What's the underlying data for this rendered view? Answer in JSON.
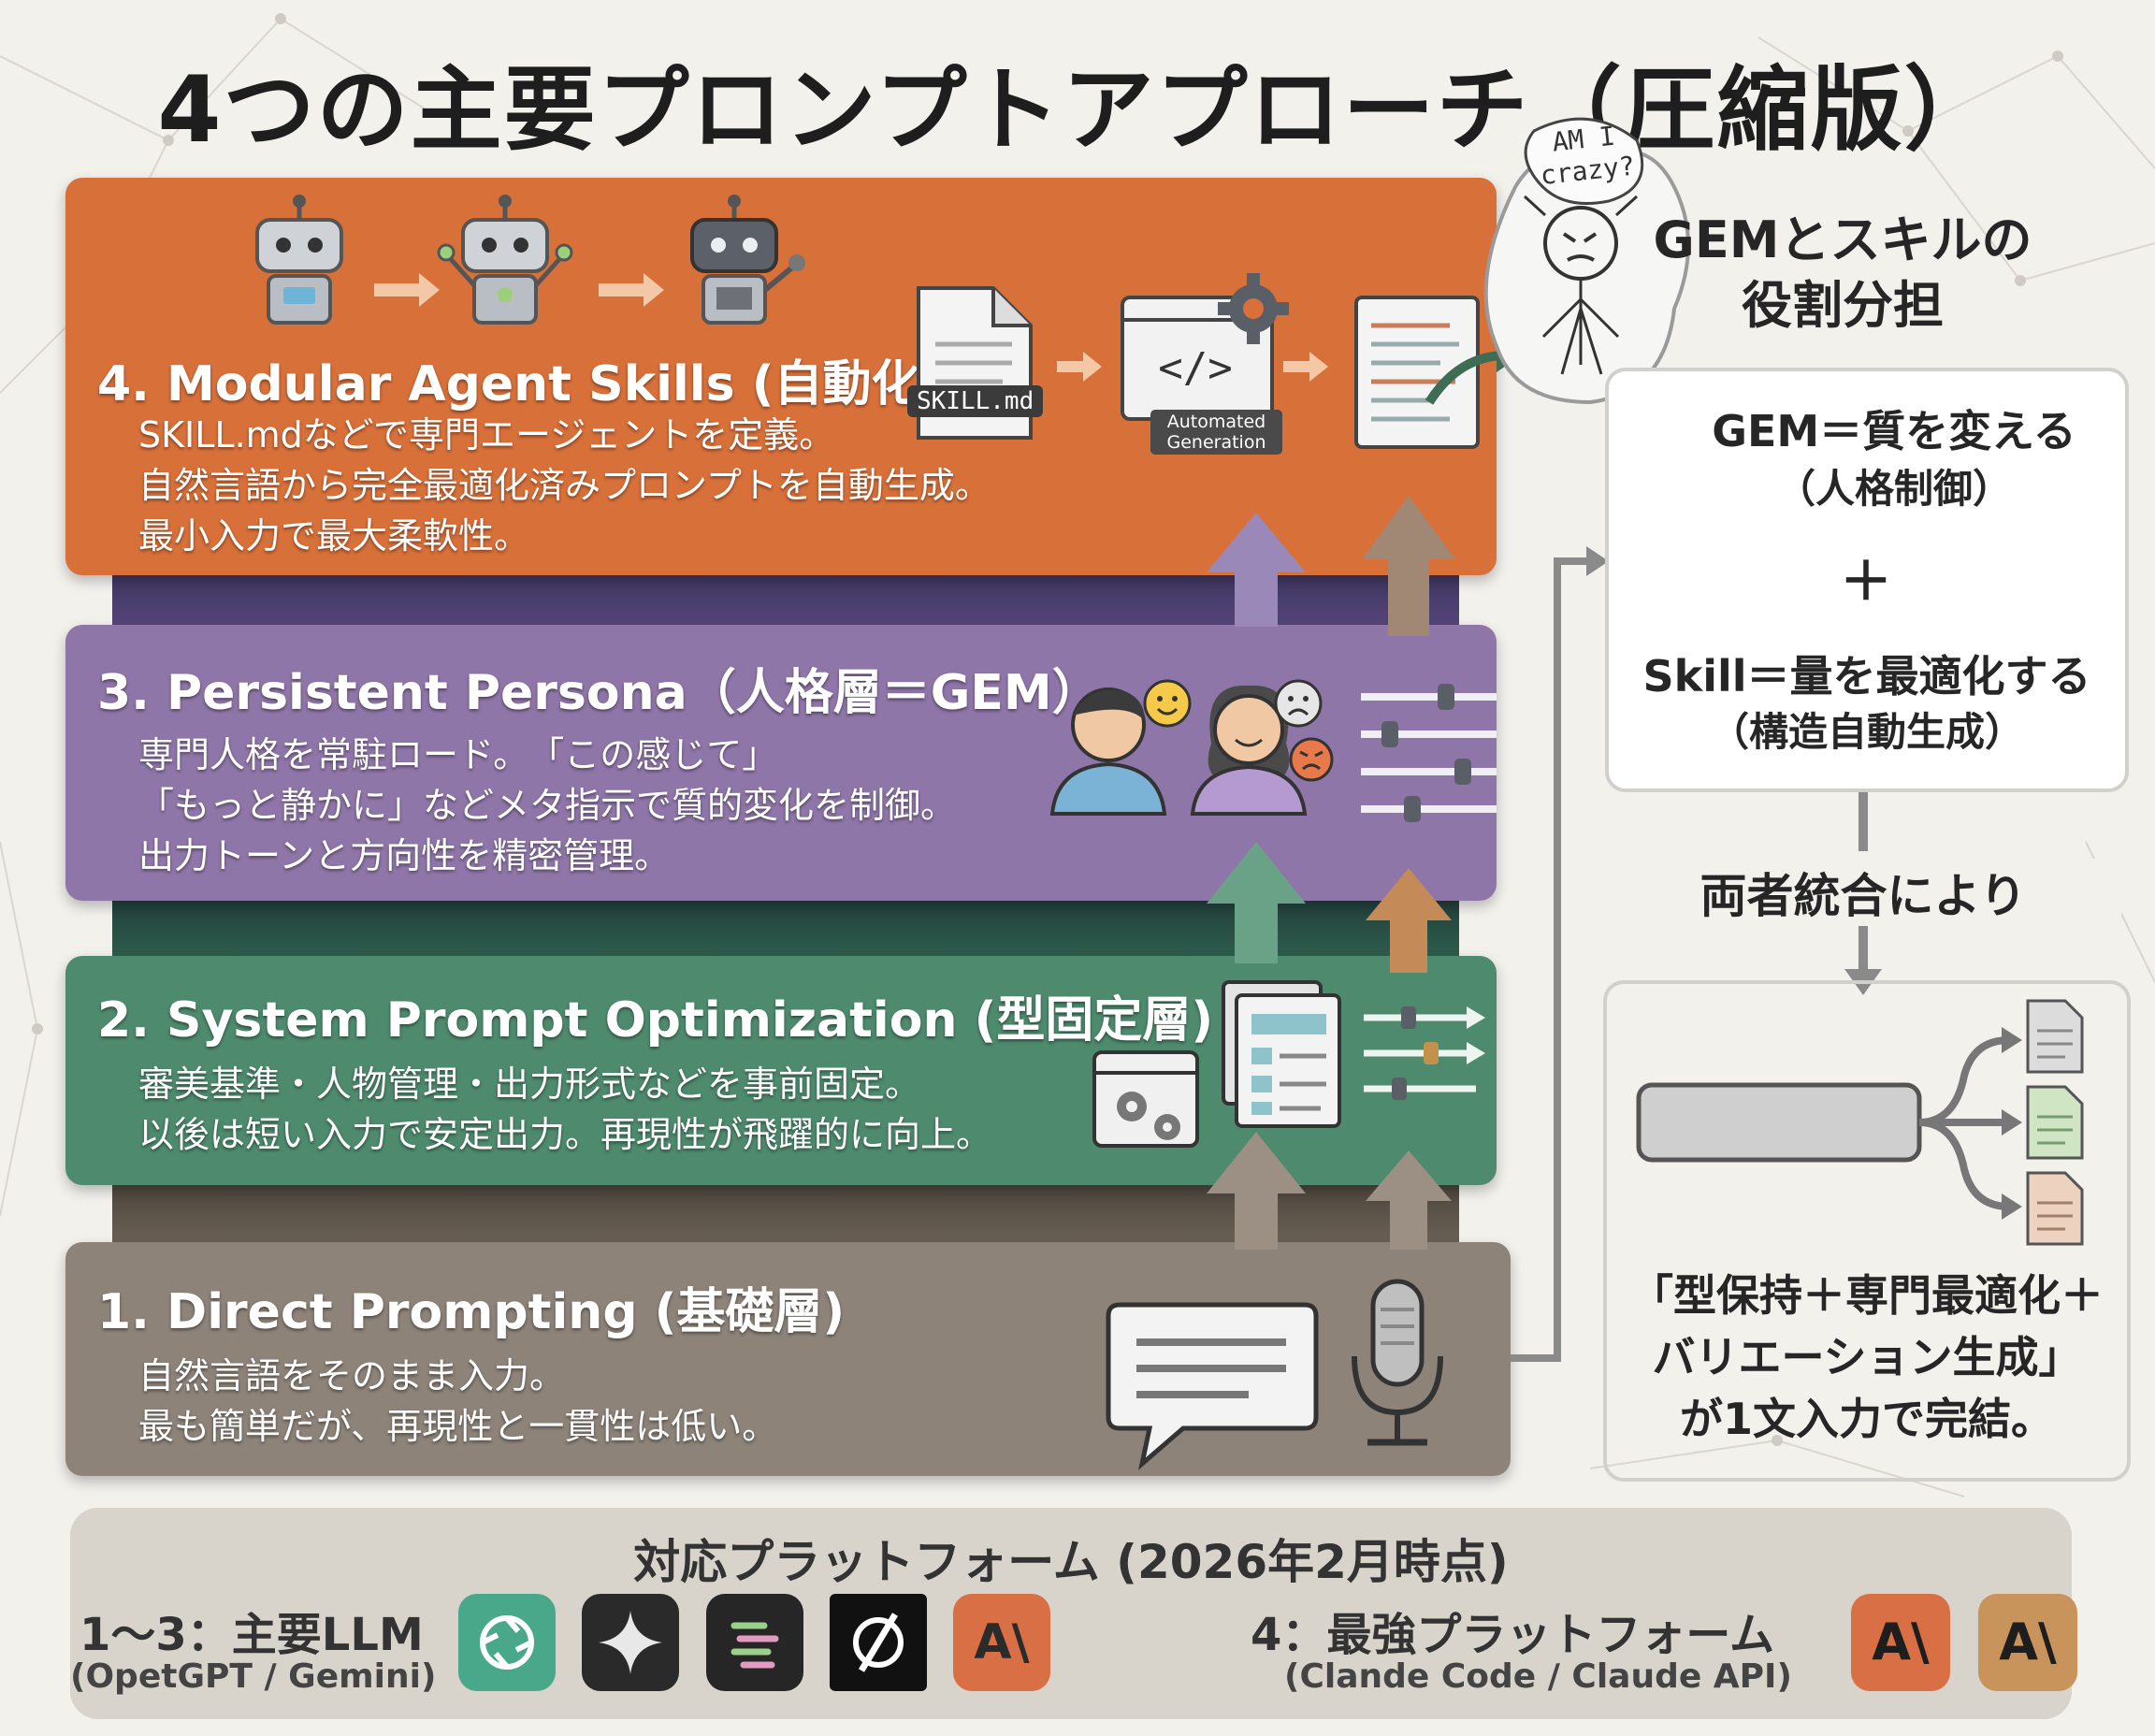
{
  "title": "4つの主要プロンプトアプローチ（圧縮版）",
  "layers": {
    "l4": {
      "heading": "4. Modular Agent Skills (自動化層)",
      "lines": [
        "SKILL.mdなどで専門エージェントを定義。",
        "自然言語から完全最適化済みプロンプトを自動生成。",
        "最小入力で最大柔軟性。"
      ],
      "file_label": "SKILL.md",
      "auto_label": "Automated Generation",
      "doodle_text": "AM I crazy?"
    },
    "l3": {
      "heading": "3. Persistent Persona（人格層＝GEM）",
      "lines": [
        "専門人格を常駐ロード。　「この感じて」",
        "「もっと静かに」などメタ指示で質的変化を制御。",
        "出力トーンと方向性を精密管理。"
      ]
    },
    "l2": {
      "heading": "2. System Prompt Optimization (型固定層)",
      "lines": [
        "審美基準・人物管理・出力形式などを事前固定。",
        "以後は短い入力で安定出力。再現性が飛躍的に向上。"
      ]
    },
    "l1": {
      "heading": "1. Direct Prompting (基礎層)",
      "lines": [
        "自然言語をそのまま入力。",
        "最も簡単だが、再現性と一貫性は低い。"
      ]
    }
  },
  "right": {
    "header": [
      "GEMとスキルの",
      "役割分担"
    ],
    "gem_line1": "GEM＝質を変える",
    "gem_line2": "（人格制御）",
    "plus": "＋",
    "skill_line1": "Skill＝量を最適化する",
    "skill_line2": "（構造自動生成）",
    "integration": "両者統合により",
    "result": [
      "「型保持＋専門最適化＋",
      "バリエーション生成」",
      "が1文入力で完結。"
    ]
  },
  "platforms": {
    "title": "対応プラットフォーム (2026年2月時点)",
    "left_label": "1〜3：主要LLM",
    "left_sub": "(OpetGPT / Gemini)",
    "right_label": "4：最強プラットフォーム",
    "right_sub": "(Clande Code / Claude API)",
    "logo_text": "A\\",
    "colors": {
      "chatgpt": "#4aa88a",
      "gemini": "#2a2a2a",
      "perplexity": "#262626",
      "other": "#111111",
      "claude": "#d97045",
      "claude2": "#c9935c"
    }
  }
}
